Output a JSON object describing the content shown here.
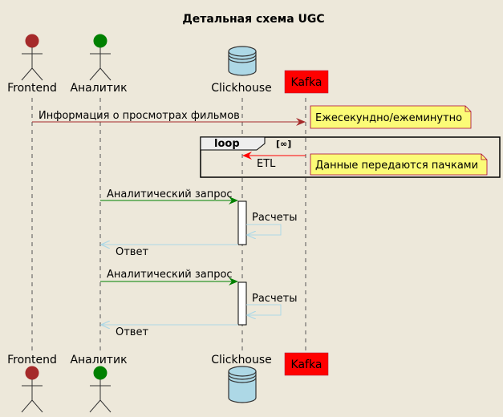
{
  "diagram": {
    "title": "Детальная схема UGC",
    "participants": [
      {
        "id": "frontend",
        "label": "Frontend",
        "kind": "actor",
        "color": "#A52A2A"
      },
      {
        "id": "analyst",
        "label": "Аналитик",
        "kind": "actor",
        "color": "#008000"
      },
      {
        "id": "clickhouse",
        "label": "Clickhouse",
        "kind": "database",
        "color": "#ADD8E6"
      },
      {
        "id": "kafka",
        "label": "Kafka",
        "kind": "participant",
        "color": "#FF0000"
      }
    ],
    "messages": [
      {
        "from": "frontend",
        "to": "kafka",
        "label": "Информация о просмотрах фильмов",
        "color": "#A52A2A"
      },
      {
        "from": "kafka",
        "to": "clickhouse",
        "label": "ETL",
        "color": "#FF0000"
      },
      {
        "from": "analyst",
        "to": "clickhouse",
        "label": "Аналитический запрос",
        "color": "#008000"
      },
      {
        "from": "clickhouse",
        "to": "clickhouse",
        "label": "Расчеты",
        "color": "#ADD8E6"
      },
      {
        "from": "clickhouse",
        "to": "analyst",
        "label": "Ответ",
        "color": "#ADD8E6"
      },
      {
        "from": "analyst",
        "to": "clickhouse",
        "label": "Аналитический запрос",
        "color": "#008000"
      },
      {
        "from": "clickhouse",
        "to": "clickhouse",
        "label": "Расчеты",
        "color": "#ADD8E6"
      },
      {
        "from": "clickhouse",
        "to": "analyst",
        "label": "Ответ",
        "color": "#ADD8E6"
      }
    ],
    "notes": [
      {
        "text": "Ежесекундно/ежеминутно"
      },
      {
        "text": "Данные передаются пачками"
      }
    ],
    "loop": {
      "keyword": "loop",
      "condition": "[∞]"
    },
    "colors": {
      "background": "#EDE8DA",
      "lifeline": "#555555",
      "note_fill": "#FBFB77",
      "activation_fill": "#FFFFFF"
    }
  }
}
